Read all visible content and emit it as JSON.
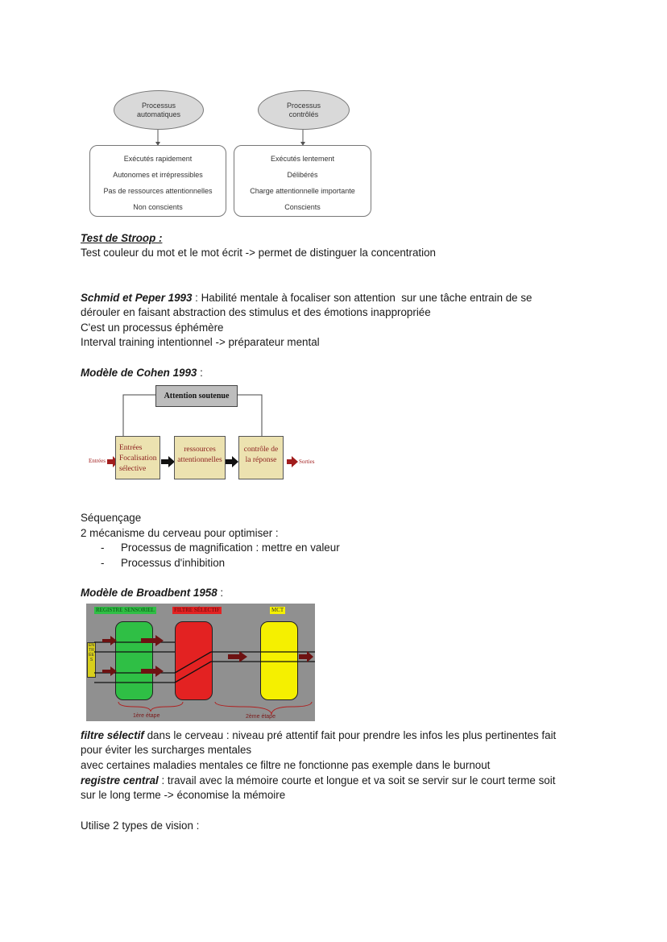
{
  "diagram_processus": {
    "auto_title": "Processus automatiques",
    "auto_items": [
      "Exécutés rapidement",
      "Autonomes et irrépressibles",
      "Pas de ressources attentionnelles",
      "Non conscients"
    ],
    "ctrl_title": "Processus contrôlés",
    "ctrl_items": [
      "Exécutés lentement",
      "Délibérés",
      "Charge attentionnelle importante",
      "Conscients"
    ]
  },
  "stroop": {
    "heading": "Test de Stroop :",
    "text": "Test couleur du mot et le mot écrit -> permet de distinguer la concentration"
  },
  "schmid": {
    "name": "Schmid et Peper 1993",
    "line1_rest": " : Habilité mentale à focaliser son attention  sur une tâche entrain de se",
    "line2": "dérouler en faisant abstraction des stimulus et des émotions inappropriée",
    "line3": "C'est un processus éphémère",
    "line4": "Interval training intentionnel -> préparateur mental"
  },
  "cohen": {
    "heading": "Modèle de Cohen 1993",
    "heading_suffix": " :",
    "attention": "Attention soutenue",
    "entrees_label": "Entrées",
    "sorties_label": "Sorties",
    "box1": [
      "Entrées",
      "Focalisation",
      "sélective"
    ],
    "box2": [
      "ressources",
      "attentionnelles"
    ],
    "box3": [
      "contrôle de",
      "la réponse"
    ]
  },
  "sequencage": {
    "title": "Séquençage",
    "intro": "2 mécanisme du cerveau pour optimiser :",
    "bullets": [
      "Processus de magnification : mettre en valeur",
      "Processus d'inhibition"
    ]
  },
  "broadbent": {
    "heading": "Modèle de Broadbent 1958",
    "heading_suffix": " :",
    "label_registre": "REGISTRE SENSORIEL",
    "label_filtre": "FILTRE SÉLECTIF",
    "label_mct": "MCT",
    "label_entrees": "ENTRÉES",
    "step1": "1ère étape",
    "step2": "2ème étape",
    "colors": {
      "panel": "#909090",
      "green": "#2fbf45",
      "red": "#e32222",
      "yellow": "#f5f000"
    }
  },
  "filtre": {
    "bold": "filtre sélectif",
    "line1_rest": " dans le cerveau : niveau pré attentif fait pour prendre les infos les plus pertinentes fait",
    "line2": "pour éviter les surcharges mentales",
    "line3": "avec certaines maladies mentales ce filtre ne fonctionne pas exemple dans le burnout"
  },
  "registre": {
    "bold": "registre central",
    "line1_rest": " : travail avec la mémoire courte et longue et va soit se servir sur le court terme soit",
    "line2": "sur le long terme  -> économise la mémoire"
  },
  "vision": {
    "text": "Utilise 2 types de vision :"
  }
}
